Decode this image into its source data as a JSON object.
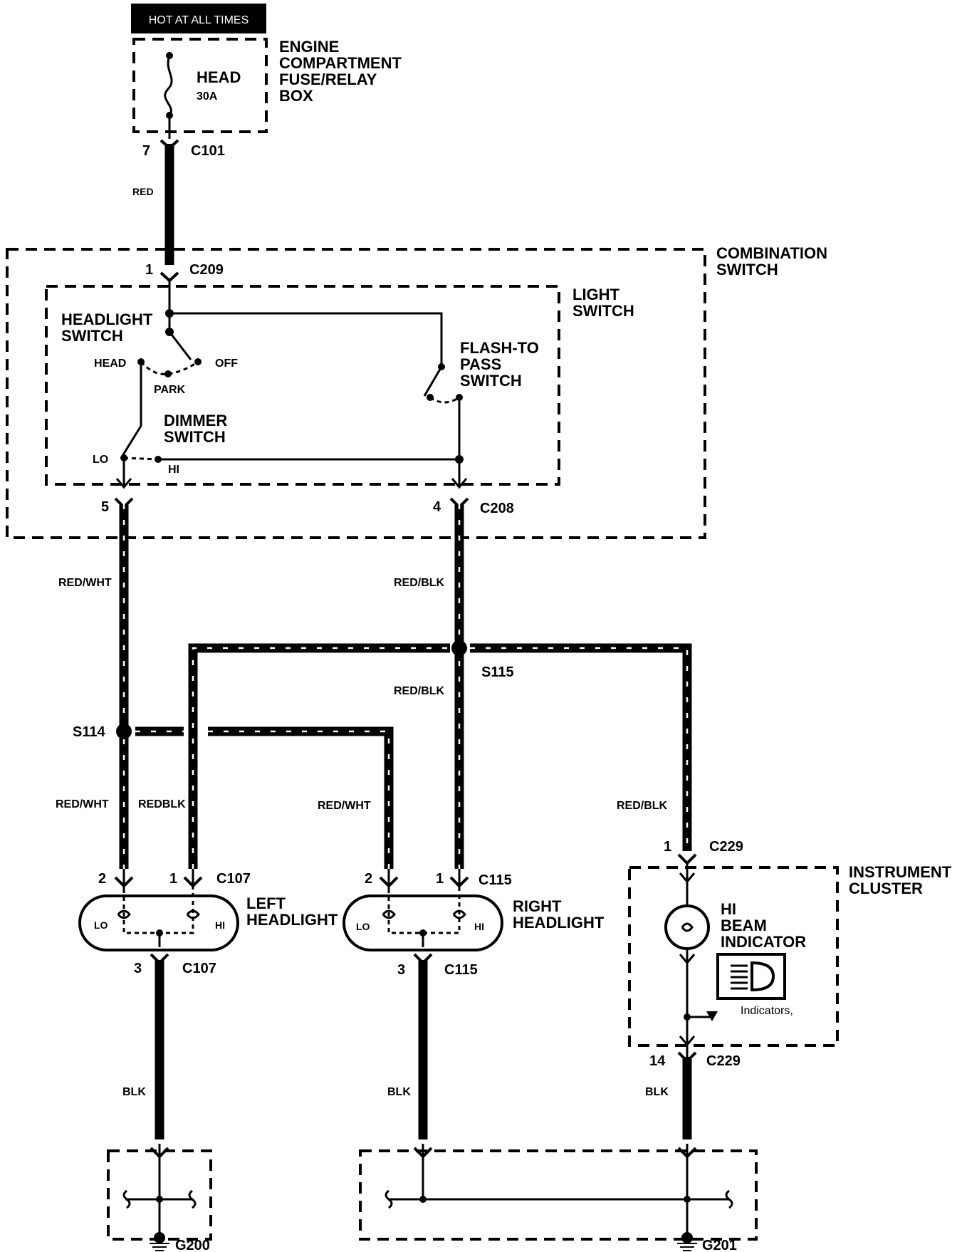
{
  "power": {
    "hot_label": "HOT AT ALL TIMES",
    "box_label": [
      "ENGINE",
      "COMPARTMENT",
      "FUSE/RELAY",
      "BOX"
    ],
    "fuse_name": "HEAD",
    "fuse_rating": "30A"
  },
  "connectors": {
    "c101": {
      "pin": "7",
      "name": "C101"
    },
    "c209": {
      "pin": "1",
      "name": "C209"
    },
    "c208": {
      "pin_left": "5",
      "pin_right": "4",
      "name": "C208"
    },
    "c107_top": {
      "pin_a": "2",
      "pin_b": "1",
      "name": "C107"
    },
    "c115_top": {
      "pin_a": "2",
      "pin_b": "1",
      "name": "C115"
    },
    "c107_bot": {
      "pin": "3",
      "name": "C107"
    },
    "c115_bot": {
      "pin": "3",
      "name": "C115"
    },
    "c229_top": {
      "pin": "1",
      "name": "C229"
    },
    "c229_bot": {
      "pin": "14",
      "name": "C229"
    }
  },
  "wires": {
    "red": "RED",
    "red_wht": "RED/WHT",
    "red_blk": "RED/BLK",
    "redblk_typo": "REDBLK",
    "blk": "BLK"
  },
  "combination_switch": {
    "label": [
      "COMBINATION",
      "SWITCH"
    ],
    "light_switch": [
      "LIGHT",
      "SWITCH"
    ],
    "headlight_switch": [
      "HEADLIGHT",
      "SWITCH"
    ],
    "head": "HEAD",
    "off": "OFF",
    "park": "PARK",
    "flash_to_pass": [
      "FLASH-TO",
      "PASS",
      "SWITCH"
    ],
    "dimmer_switch": [
      "DIMMER",
      "SWITCH"
    ],
    "lo": "LO",
    "hi": "HI"
  },
  "splices": {
    "s114": "S114",
    "s115": "S115"
  },
  "headlights": {
    "left": [
      "LEFT",
      "HEADLIGHT"
    ],
    "right": [
      "RIGHT",
      "HEADLIGHT"
    ],
    "lo": "LO",
    "hi": "HI"
  },
  "instrument_cluster": {
    "label": [
      "INSTRUMENT",
      "CLUSTER"
    ],
    "indicator": [
      "HI",
      "BEAM",
      "INDICATOR"
    ],
    "indicators_note": "Indicators,"
  },
  "grounds": {
    "g200": "G200",
    "g201": "G201"
  }
}
